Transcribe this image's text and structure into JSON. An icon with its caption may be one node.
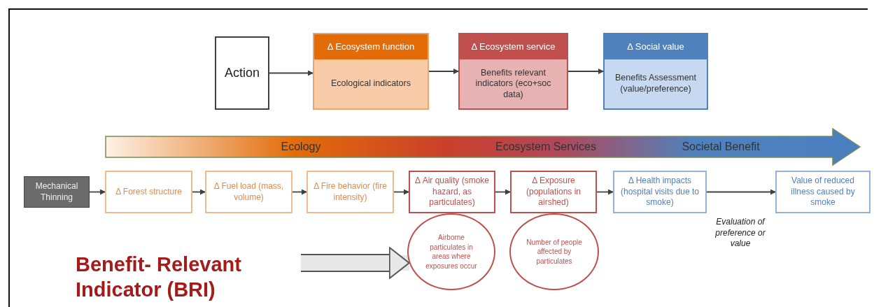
{
  "diagram": {
    "nodes": [
      {
        "text": [
          "Action"
        ]
      },
      {
        "text": [
          "Δ Ecosystem function",
          "Ecological indicators"
        ]
      },
      {
        "text": [
          "Δ Ecosystem service",
          "Benefits relevant indicators (eco+soc data)"
        ]
      },
      {
        "text": [
          "Δ Social value",
          "Benefits Assessment (value/preference)"
        ]
      },
      {
        "text": [
          "Ecology",
          "Ecosystem Services",
          "Societal Benefit"
        ]
      },
      {
        "text": [
          "Mechanical Thinning"
        ]
      },
      {
        "text": [
          "Δ Forest structure"
        ]
      },
      {
        "text": [
          "Δ Fuel load (mass, volume)"
        ]
      },
      {
        "text": [
          "Δ Fire behavior (fire intensity)"
        ]
      },
      {
        "text": [
          "Δ Air quality (smoke hazard, as particulates)"
        ]
      },
      {
        "text": [
          "Δ Exposure (populations in airshed)"
        ]
      },
      {
        "text": [
          "Δ Health impacts (hospital visits due to smoke)"
        ]
      },
      {
        "text": [
          "Value of reduced illness caused by smoke"
        ]
      },
      {
        "text": [
          "Airborne particulates in areas where exposures occur"
        ]
      },
      {
        "text": [
          "Number of people affected by particulates"
        ]
      },
      {
        "text": [
          "Benefit- Relevant Indicator (BRI)"
        ]
      }
    ],
    "edges": [
      {
        "from": 0,
        "to": 1,
        "arrow": "to"
      },
      {
        "from": 1,
        "to": 2,
        "arrow": "to"
      },
      {
        "from": 2,
        "to": 3,
        "arrow": "to"
      },
      {
        "from": 5,
        "to": 6,
        "arrow": "to"
      },
      {
        "from": 6,
        "to": 7,
        "arrow": "to"
      },
      {
        "from": 7,
        "to": 8,
        "arrow": "to"
      },
      {
        "from": 8,
        "to": 9,
        "arrow": "to"
      },
      {
        "from": 9,
        "to": 10,
        "arrow": "to"
      },
      {
        "from": 10,
        "to": 11,
        "arrow": "to"
      },
      {
        "from": 11,
        "to": 12,
        "arrow": "to",
        "label": "Evaluation of preference or value"
      },
      {
        "from": 15,
        "to": 13,
        "arrow": "to",
        "style": "thick",
        "color": "#e8e8e8"
      }
    ]
  }
}
